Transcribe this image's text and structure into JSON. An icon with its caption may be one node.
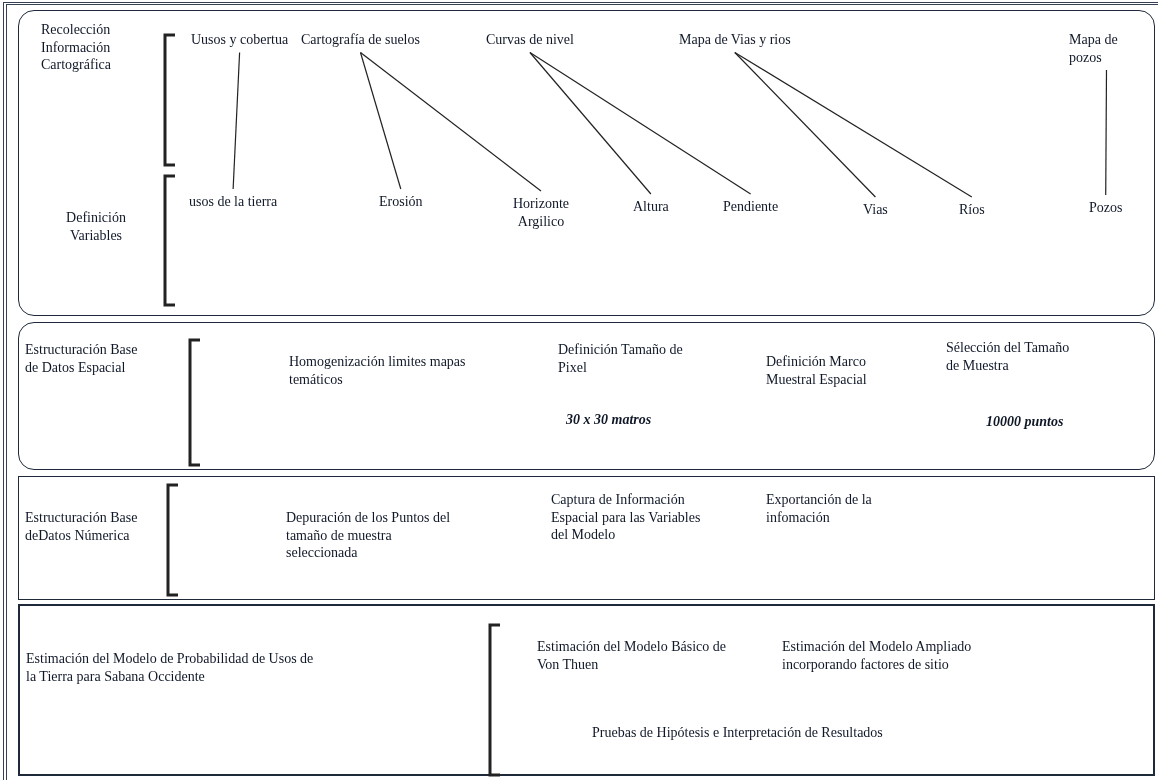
{
  "diagram": {
    "nodes": [
      {
        "text": [
          "Recolección Información Cartográfica",
          "Definición Variables"
        ]
      },
      {
        "text": [
          "Uusos y cobertua"
        ],
        "in": 0
      },
      {
        "text": [
          "Cartografía de suelos"
        ],
        "in": 0
      },
      {
        "text": [
          "Curvas de nivel"
        ],
        "in": 0
      },
      {
        "text": [
          "Mapa de Vias y rios"
        ],
        "in": 0
      },
      {
        "text": [
          "Mapa de pozos"
        ],
        "in": 0
      },
      {
        "text": [
          "usos de la tierra"
        ],
        "in": 0
      },
      {
        "text": [
          "Erosión"
        ],
        "in": 0
      },
      {
        "text": [
          "Horizonte Argilico"
        ],
        "in": 0
      },
      {
        "text": [
          "Altura"
        ],
        "in": 0
      },
      {
        "text": [
          "Pendiente"
        ],
        "in": 0
      },
      {
        "text": [
          "Vias"
        ],
        "in": 0
      },
      {
        "text": [
          "Ríos"
        ],
        "in": 0
      },
      {
        "text": [
          "Pozos"
        ],
        "in": 0
      },
      {
        "text": [
          "Estructuración Base de Datos Espacial",
          "Homogenización limites mapas temáticos",
          "Definición Tamaño de Pixel",
          "30 x 30 matros",
          "Definición Marco Muestral Espacial",
          "Sélección del Tamaño de Muestra",
          "10000 puntos"
        ]
      },
      {
        "text": [
          "Estructuración Base deDatos Númerica",
          "Depuración de los Puntos del tamaño de muestra seleccionada",
          "Captura de Información Espacial para las Variables del Modelo",
          "Exportanción de la infomación"
        ]
      },
      {
        "text": [
          "Estimación del Modelo de Probabilidad de Usos de la Tierra para Sabana Occidente",
          "Estimación del Modelo Básico de Von Thuen",
          "Estimación del Modelo Ampliado incorporando factores de sitio",
          "Pruebas de Hipótesis e Interpretación de Resultados"
        ]
      }
    ],
    "edges": [
      {
        "from": 1,
        "to": 6,
        "arrow": "none"
      },
      {
        "from": 2,
        "to": 7,
        "arrow": "none"
      },
      {
        "from": 2,
        "to": 8,
        "arrow": "none"
      },
      {
        "from": 3,
        "to": 9,
        "arrow": "none"
      },
      {
        "from": 3,
        "to": 10,
        "arrow": "none"
      },
      {
        "from": 4,
        "to": 11,
        "arrow": "none"
      },
      {
        "from": 4,
        "to": 12,
        "arrow": "none"
      },
      {
        "from": 5,
        "to": 13,
        "arrow": "none"
      }
    ]
  }
}
